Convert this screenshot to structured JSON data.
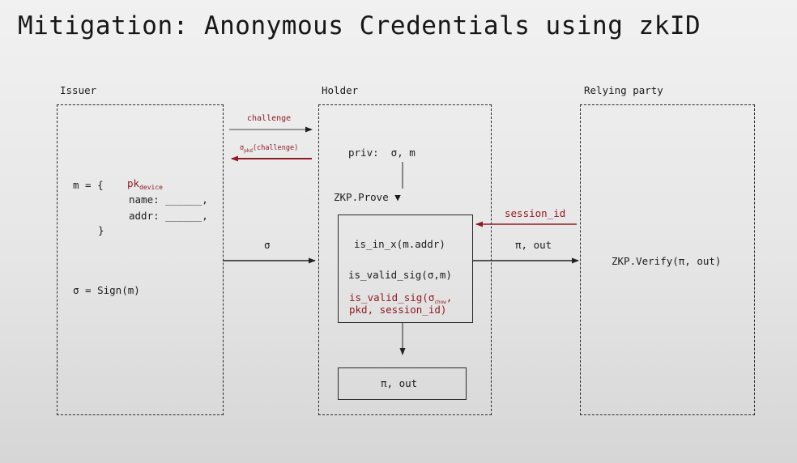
{
  "title": "Mitigation: Anonymous Credentials using zkID",
  "columns": {
    "issuer": "Issuer",
    "holder": "Holder",
    "relying_party": "Relying party"
  },
  "issuer": {
    "m_open": "m = {",
    "pk": "pk",
    "pk_sub": "device",
    "name_field": "name: ______,",
    "addr_field": "addr: ______,",
    "m_close": "}",
    "sign": "σ = Sign(m)"
  },
  "messages": {
    "challenge": "challenge",
    "sigma_pkd_pre": "σ",
    "sigma_pkd_sub": "pkd",
    "sigma_pkd_post": "(challenge)",
    "sigma": "σ",
    "session_id": "session_id",
    "pi_out": "π, out"
  },
  "holder": {
    "priv": "priv:  σ, m",
    "zkp_prove": "ZKP.Prove ▼",
    "check1": "is_in_x(m.addr)",
    "check2": "is_valid_sig(σ,m)",
    "check3_pre": "is_valid_sig(σ",
    "check3_sub": "chow",
    "check3_post": ",",
    "check3_line2": "pkd, session_id)",
    "output": "π, out"
  },
  "relying_party": {
    "verify": "ZKP.Verify(π, out)"
  }
}
